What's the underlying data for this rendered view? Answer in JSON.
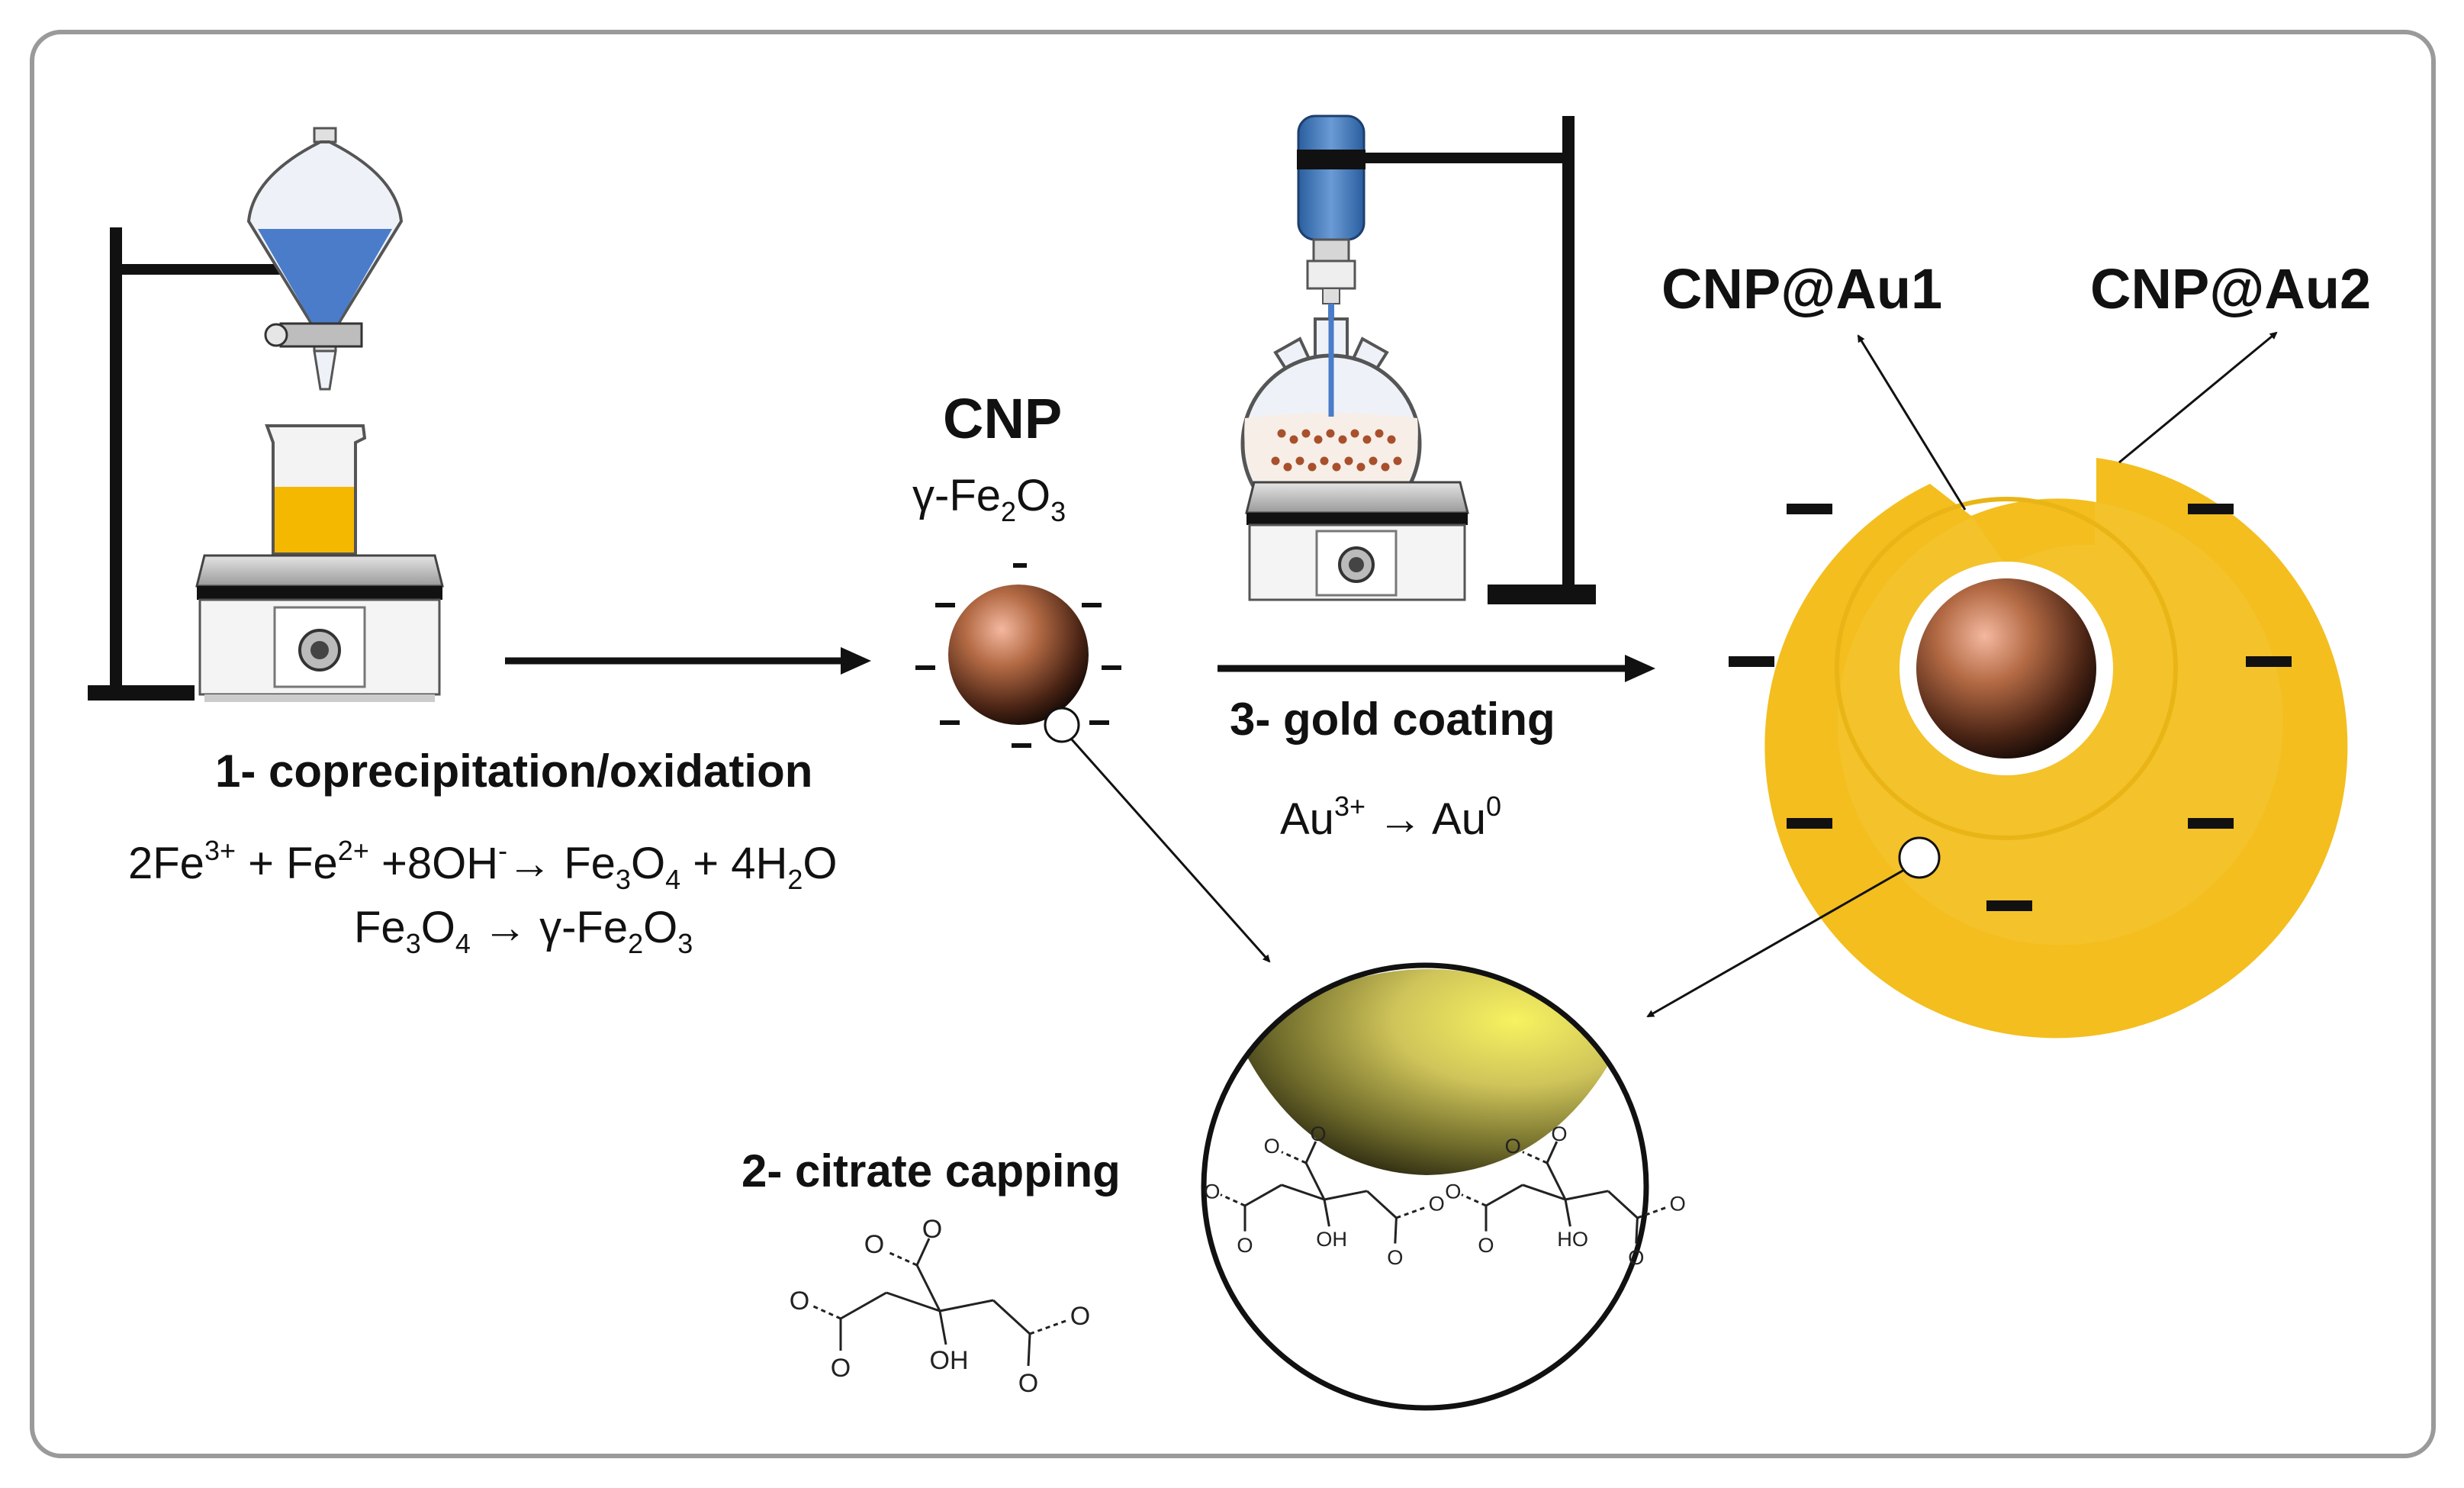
{
  "labels": {
    "step1": "1- coprecipitation/oxidation",
    "step2": "2- citrate capping",
    "step3": "3- gold coating",
    "cnp": "CNP",
    "cnp_au1": "CNP@Au1",
    "cnp_au2": "CNP@Au2",
    "minus": "–"
  },
  "formulas": {
    "eq1": {
      "p1": "2Fe",
      "p1_sup": "3+",
      "p2": " + Fe",
      "p2_sup": "2+",
      "p3": " +8OH",
      "p3_sup": "-",
      "p4": "→ Fe",
      "p4_sub": "3",
      "p5": "O",
      "p5_sub": "4",
      "p6": " + 4H",
      "p6_sub": "2",
      "p7": "O"
    },
    "eq2": {
      "p1": "Fe",
      "p1_sub": "3",
      "p2": "O",
      "p2_sub": "4",
      "p3": " → γ-Fe",
      "p3_sub": "2",
      "p4": "O",
      "p4_sub": "3"
    },
    "cnp_formula": {
      "p1": "γ-Fe",
      "p1_sub": "2",
      "p2": "O",
      "p2_sub": "3"
    },
    "gold": {
      "p1": "Au",
      "p1_sup": "3+",
      "p2": " → Au",
      "p2_sup": "0"
    }
  },
  "citrate": {
    "o": "O",
    "oh": "OH",
    "ho": "HO"
  },
  "colors": {
    "gold": "#F3BE1E",
    "gold_light": "#F8CD3A",
    "liquid_blue": "#4A7CC9",
    "liquid_yellow": "#F5B800",
    "particle": "#8A4A2E",
    "frame": "#9A9A9A"
  }
}
